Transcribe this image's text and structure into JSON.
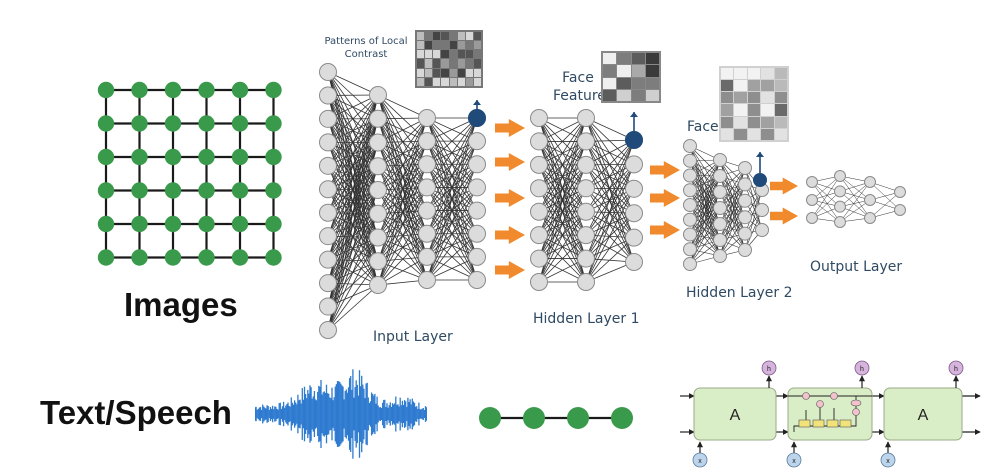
{
  "labels": {
    "images": "Images",
    "text_speech": "Text/Speech",
    "patterns": "Patterns of Local Contrast",
    "face_features": "Face Features",
    "face": "Face",
    "input_layer": "Input Layer",
    "hidden_layer_1": "Hidden Layer 1",
    "hidden_layer_2": "Hidden Layer 2",
    "output_layer": "Output Layer",
    "rnn_cell_a": "A",
    "rnn_output_h": "h",
    "rnn_input_x": "x"
  },
  "colors": {
    "green_node": "#3a9a4c",
    "network_blue": "#1f4a7a",
    "arrow_orange": "#f08a2c",
    "wave_blue": "#2e7bd0",
    "cell_green": "#d9edc6",
    "label_text": "#2f4a63",
    "node_gray": "#dcdcdc"
  },
  "icons": [
    "orange-arrow-icon",
    "upward-arrow-icon",
    "image-grid-thumbnail"
  ]
}
